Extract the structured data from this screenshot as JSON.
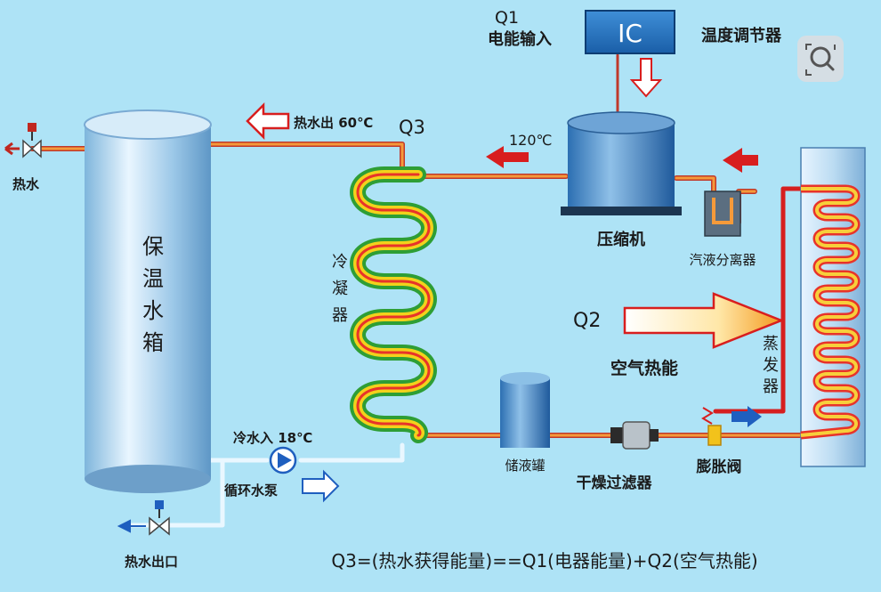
{
  "labels": {
    "q1": "Q1",
    "power_input": "电能输入",
    "ic": "IC",
    "thermostat": "温度调节器",
    "hot_water_out_60": "热水出 60℃",
    "q3": "Q3",
    "temp_120": "120℃",
    "hot_water": "热水",
    "tank": [
      "保",
      "温",
      "水",
      "箱"
    ],
    "condenser": [
      "冷",
      "凝",
      "器"
    ],
    "compressor": "压缩机",
    "gas_liquid_separator": "汽液分离器",
    "q2": "Q2",
    "air_heat": "空气热能",
    "evaporator": [
      "蒸",
      "发",
      "器"
    ],
    "cold_water_in": "冷水入 18℃",
    "circulation_pump": "循环水泵",
    "liquid_tank": "储液罐",
    "dry_filter": "干燥过滤器",
    "expansion_valve": "膨胀阀",
    "hot_water_outlet": "热水出口",
    "formula": "Q3=(热水获得能量)==Q1(电器能量)+Q2(空气热能)"
  },
  "colors": {
    "background": "#aee3f6",
    "pipe": "#f59a3a",
    "pipe_hot": "#e8332a",
    "arrow_red": "#d81e1e",
    "arrow_blue": "#1f5fbf",
    "coil_green": "#3bb43c",
    "coil_yellow": "#f2d21b",
    "ic_box": "#1f73c5"
  },
  "icons": {
    "lens": "image-search-icon"
  }
}
